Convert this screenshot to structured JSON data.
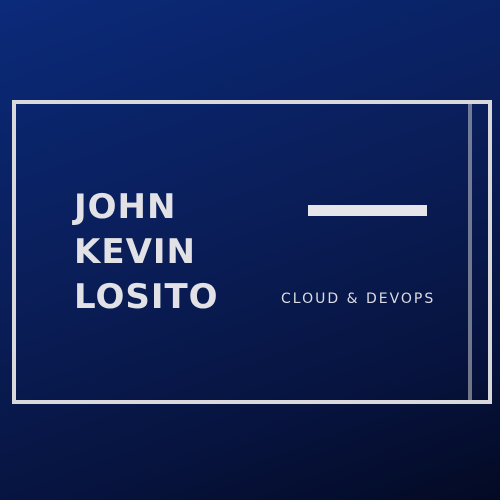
{
  "card": {
    "name_lines": [
      "JOHN",
      "KEVIN",
      "LOSITO"
    ],
    "subtitle": "CLOUD & DEVOPS"
  },
  "colors": {
    "background_top": "#0b2a7a",
    "background_bottom": "#030a24",
    "frame": "#d9d9dc",
    "text": "#e2e2e6"
  }
}
